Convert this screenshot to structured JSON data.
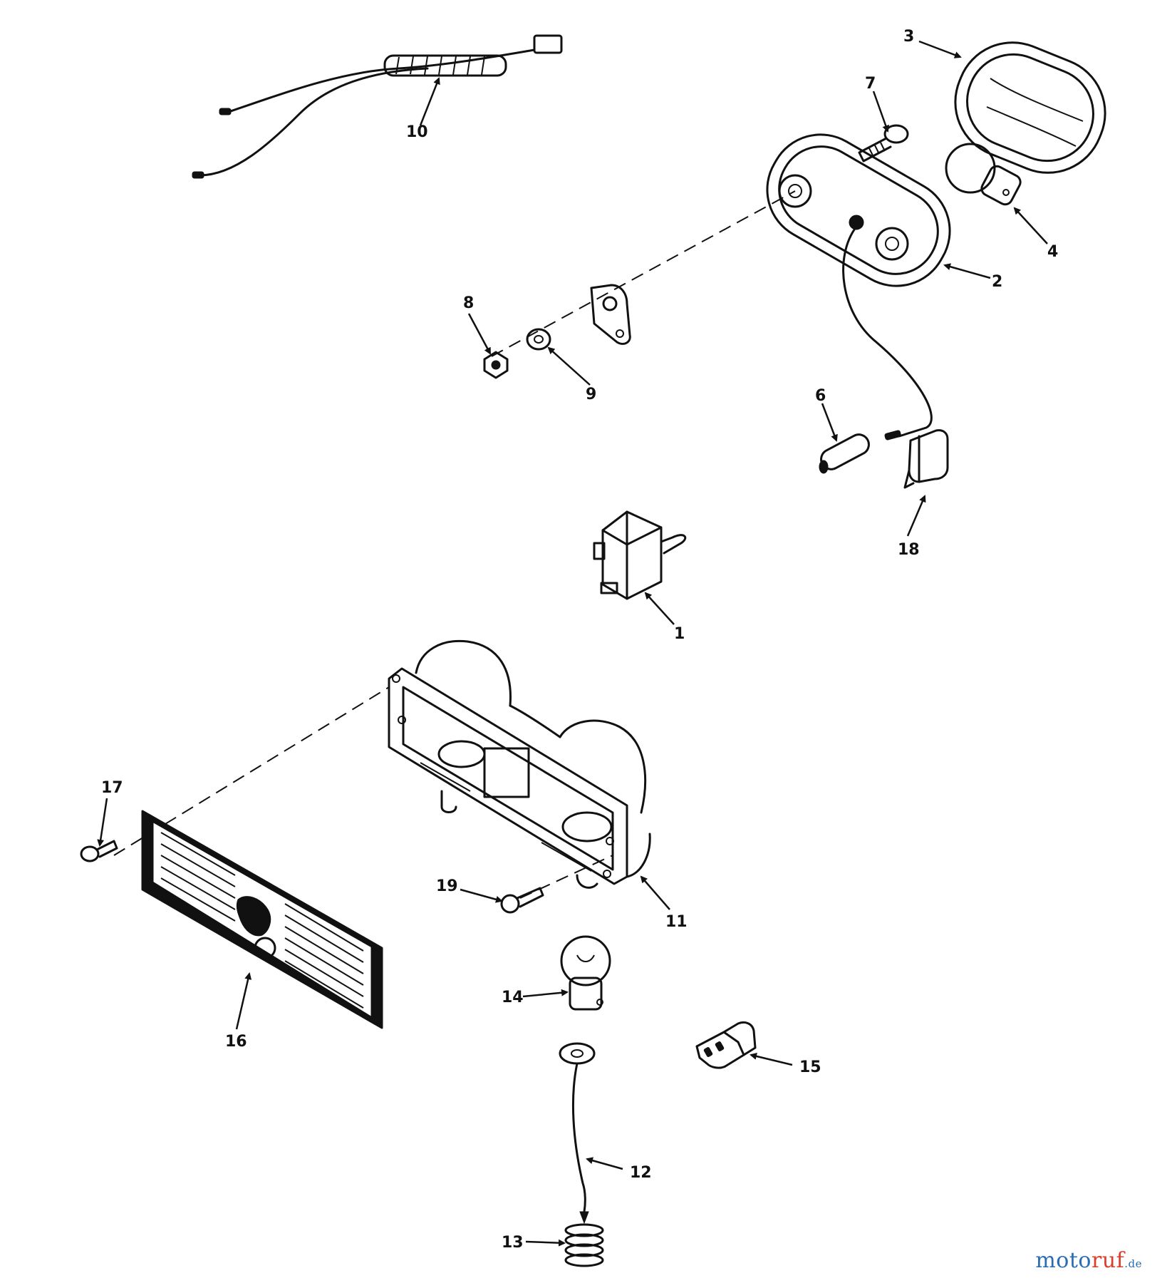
{
  "callouts": [
    "10",
    "3",
    "7",
    "4",
    "2",
    "8",
    "9",
    "6",
    "18",
    "1",
    "17",
    "19",
    "11",
    "16",
    "14",
    "15",
    "12",
    "13"
  ],
  "watermark": {
    "main": "moto",
    "accent": "ruf",
    "tld": ".de"
  },
  "colors": {
    "ink": "#111111",
    "watermark_blue": "#2a6db5",
    "watermark_red": "#d9402b"
  }
}
